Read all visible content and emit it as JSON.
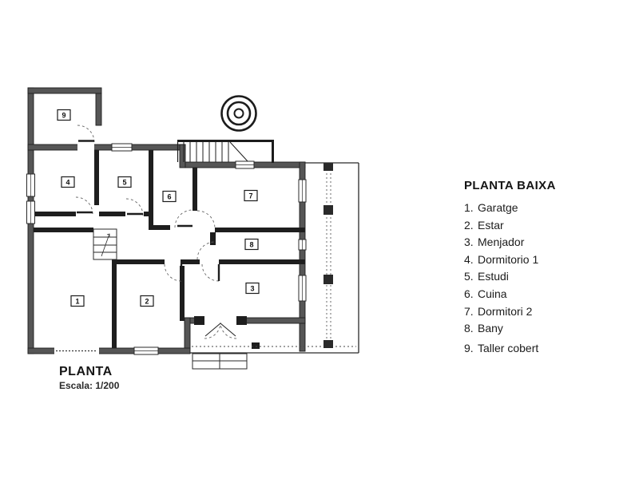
{
  "plan": {
    "title": "PLANTA",
    "scale_label": "Escala: 1/200",
    "rooms": [
      {
        "number": "1"
      },
      {
        "number": "2"
      },
      {
        "number": "3"
      },
      {
        "number": "4"
      },
      {
        "number": "5"
      },
      {
        "number": "6"
      },
      {
        "number": "7"
      },
      {
        "number": "8"
      },
      {
        "number": "9"
      }
    ]
  },
  "legend": {
    "title": "PLANTA BAIXA",
    "items": [
      {
        "number": "1.",
        "name": "Garatge"
      },
      {
        "number": "2.",
        "name": "Estar"
      },
      {
        "number": "3.",
        "name": "Menjador"
      },
      {
        "number": "4.",
        "name": "Dormitorio 1"
      },
      {
        "number": "5.",
        "name": "Estudi"
      },
      {
        "number": "6.",
        "name": "Cuina"
      },
      {
        "number": "7.",
        "name": "Dormitori 2"
      },
      {
        "number": "8.",
        "name": "Bany"
      },
      {
        "number": "9.",
        "name": "Taller cobert"
      }
    ]
  },
  "colors": {
    "wall_fill": "#565656",
    "wall_edge": "#1f1f1f",
    "partition": "#1e1e1e",
    "thin_line": "#222222",
    "paper": "#ffffff"
  }
}
